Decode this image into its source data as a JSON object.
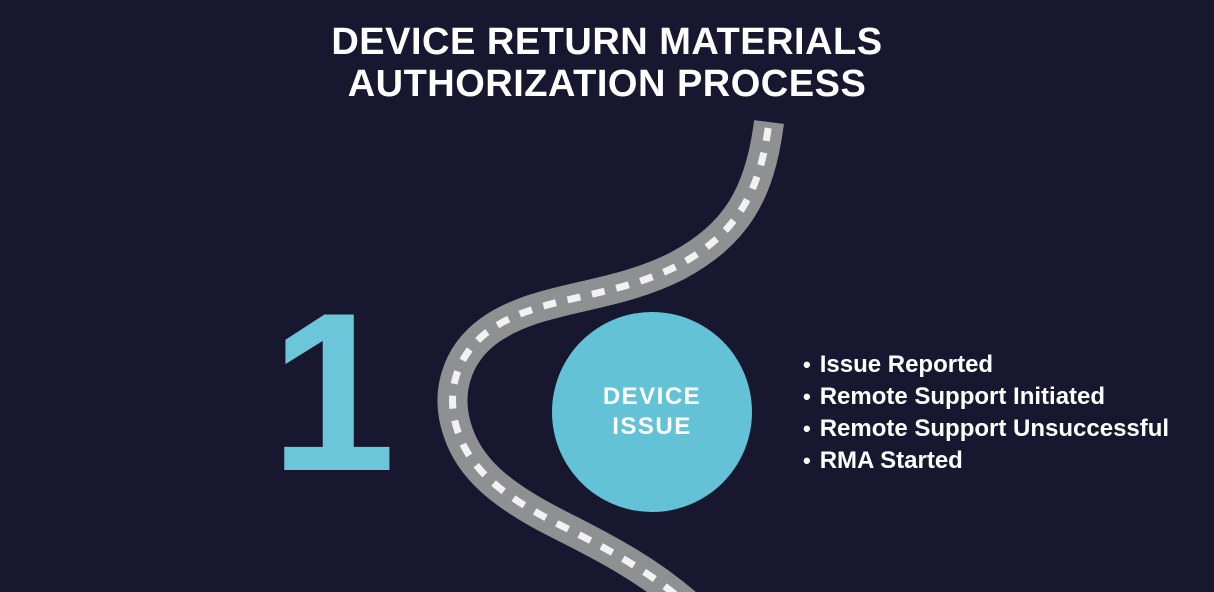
{
  "title": {
    "line1": "DEVICE RETURN MATERIALS",
    "line2": "AUTHORIZATION PROCESS"
  },
  "step": {
    "number": "1",
    "circle_label_line1": "DEVICE",
    "circle_label_line2": "ISSUE"
  },
  "bullets_meta": {
    "char": "•"
  },
  "bullets": [
    "Issue Reported",
    "Remote Support Initiated",
    "Remote Support Unsuccessful",
    "RMA Started"
  ],
  "graphics": {
    "road": "winding-road-with-dashed-center-line"
  },
  "colors": {
    "background": "#171830",
    "accent_teal_circle": "#63c2d5",
    "accent_teal_number": "#6cc6d9",
    "road_gray": "#8f9092",
    "road_dash_white": "#f2f2f2",
    "text_white": "#ffffff"
  }
}
